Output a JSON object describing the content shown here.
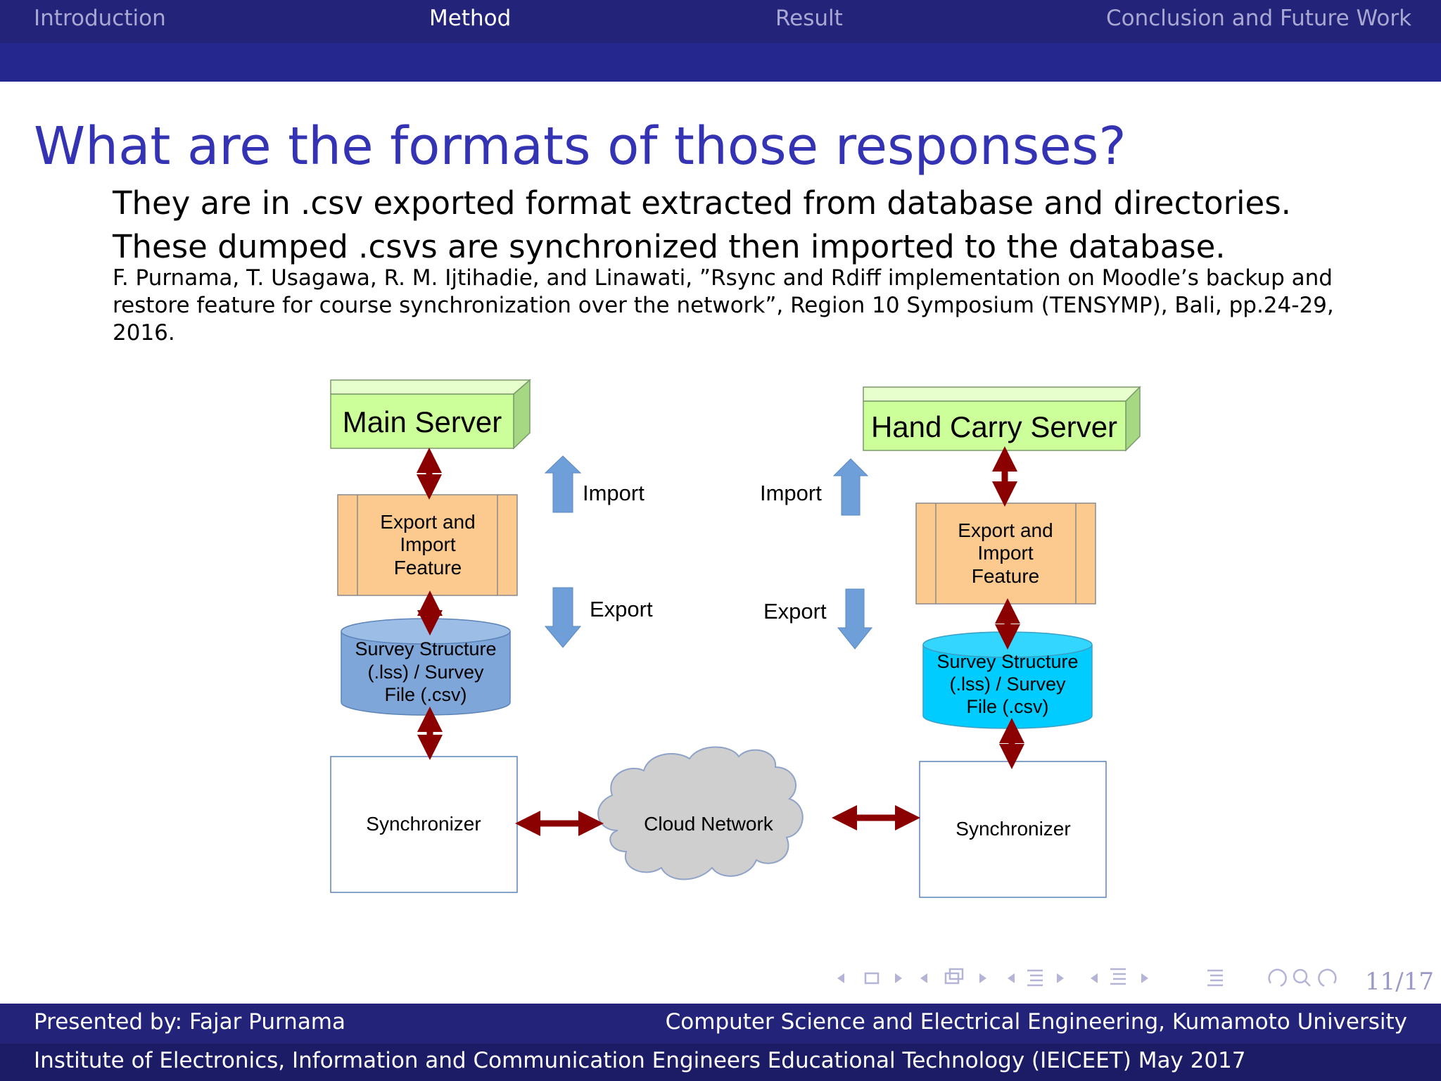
{
  "nav": {
    "items": [
      "Introduction",
      "Method",
      "Result",
      "Conclusion and Future Work"
    ],
    "active": "Method"
  },
  "slide": {
    "title": "What are the formats of those responses?",
    "lines": [
      "They are in .csv exported format extracted from database and directories.",
      "These dumped .csvs are synchronized then imported to the database."
    ],
    "reference": "F. Purnama, T. Usagawa, R. M. Ijtihadie, and Linawati, ”Rsync and Rdiff implementation on Moodle’s backup and restore feature for course synchronization over the network”, Region 10 Symposium (TENSYMP), Bali, pp.24-29, 2016."
  },
  "diagram": {
    "main_server": "Main Server",
    "hand_carry_server": "Hand Carry Server",
    "export_import_feature": [
      "Export and",
      "Import",
      "Feature"
    ],
    "survey_file": [
      "Survey Structure",
      "(.lss) / Survey",
      "File (.csv)"
    ],
    "synchronizer": "Synchronizer",
    "cloud_network": "Cloud Network",
    "import": "Import",
    "export": "Export",
    "colors": {
      "server_box": "#ccff99",
      "feature_box": "#fcc98f",
      "left_cylinder": "#7fa6d8",
      "right_cylinder": "#00ccff",
      "red_arrow": "#8b0000",
      "blue_arrow": "#6f9fd8",
      "cloud": "#cfcfcf"
    }
  },
  "navigation": {
    "page": "11/17"
  },
  "footer": {
    "presenter": "Presented by: Fajar Purnama",
    "affiliation": "Computer Science and Electrical Engineering, Kumamoto University",
    "event": "Institute of Electronics, Information and Communication Engineers Educational Technology (IEICEET) May 2017"
  },
  "theme": {
    "bar": "#23237a",
    "title": "#3333b3"
  }
}
